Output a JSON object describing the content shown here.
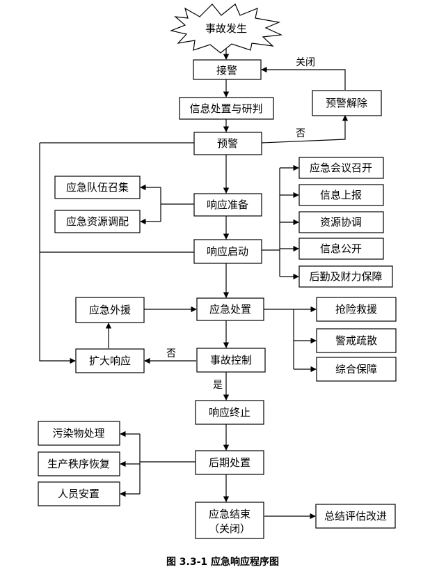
{
  "nodes": {
    "start": "事故发生",
    "jiejing": "接警",
    "xinxi_chuzhi": "信息处置与研判",
    "yujing": "预警",
    "yujing_jiechu": "预警解除",
    "xiangying_zhunbei": "响应准备",
    "duiwu_zhaoji": "应急队伍召集",
    "ziyuan_tiaopei": "应急资源调配",
    "xiangying_qidong": "响应启动",
    "huiyi_zhaokai": "应急会议召开",
    "xinxi_shangbao": "信息上报",
    "ziyuan_xietiao": "资源协调",
    "xinxi_gongkai": "信息公开",
    "houqin_baozhang": "后勤及财力保障",
    "yingji_chuzhi": "应急处置",
    "yingji_waiyuan": "应急外援",
    "qiangxian_jiuyuan": "抢险救援",
    "jingjie_shusan": "警戒疏散",
    "zonghe_baozhang": "综合保障",
    "kuoda_xiangying": "扩大响应",
    "shigu_kongzhi": "事故控制",
    "xiangying_zhongzhi": "响应终止",
    "houqi_chuzhi": "后期处置",
    "wuranwu_chuli": "污染物处理",
    "shengchan_huifu": "生产秩序恢复",
    "renyuan_anzhi": "人员安置",
    "jieshu_line1": "应急结束",
    "jieshu_line2": "（关闭）",
    "zongjie_gaijin": "总结评估改进"
  },
  "edge_labels": {
    "guanbi": "关闭",
    "fou_yujing": "否",
    "fou_kongzhi": "否",
    "shi": "是"
  },
  "caption": "图 3.3-1 应急响应程序图"
}
